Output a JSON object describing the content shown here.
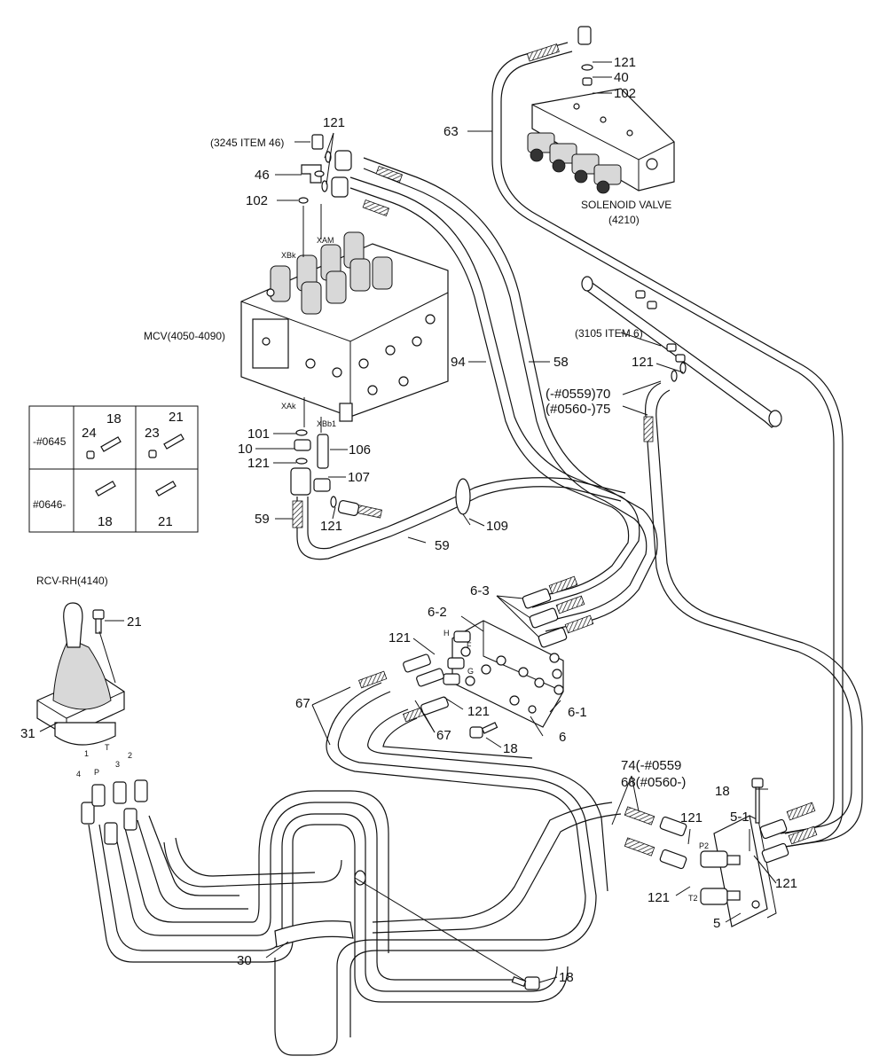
{
  "labels": {
    "item_3245": "(3245 ITEM 46)",
    "item_3105": "(3105 ITEM 6)",
    "mcv": "MCV(4050-4090)",
    "solenoid_valve": "SOLENOID VALVE",
    "solenoid_valve_code": "(4210)",
    "rcv_rh": "RCV-RH(4140)",
    "p_0559_70": "(-#0559)70",
    "p_0560_75": "(#0560-)75",
    "p_74_0559": "74(-#0559",
    "p_68_0560": "68(#0560-)"
  },
  "parts": {
    "n121": "121",
    "n40": "40",
    "n102": "102",
    "n63": "63",
    "n46": "46",
    "n94": "94",
    "n58": "58",
    "n101": "101",
    "n10": "10",
    "n106": "106",
    "n107": "107",
    "n59": "59",
    "n109": "109",
    "n6_3": "6-3",
    "n6_2": "6-2",
    "n6_1": "6-1",
    "n6": "6",
    "n67": "67",
    "n18": "18",
    "n21": "21",
    "n31": "31",
    "n30": "30",
    "n5": "5",
    "n5_1": "5-1",
    "n23": "23",
    "n24": "24"
  },
  "port_marks": {
    "xbk": "XBk",
    "xam": "XAM",
    "xak": "XAk",
    "xbb1": "XBb1",
    "h": "H",
    "f": "F",
    "g": "G",
    "p2": "P2",
    "t2": "T2",
    "rcv_1": "1",
    "rcv_p": "P",
    "rcv_t": "T",
    "rcv_3": "3",
    "rcv_2": "2",
    "rcv_4": "4"
  },
  "serial_table": {
    "rows": [
      {
        "serial": "-#0645",
        "left_parts": [
          "24",
          "18"
        ],
        "right_parts": [
          "23",
          "21"
        ]
      },
      {
        "serial": "#0646-",
        "left_parts": [
          "18"
        ],
        "right_parts": [
          "21"
        ]
      }
    ]
  }
}
